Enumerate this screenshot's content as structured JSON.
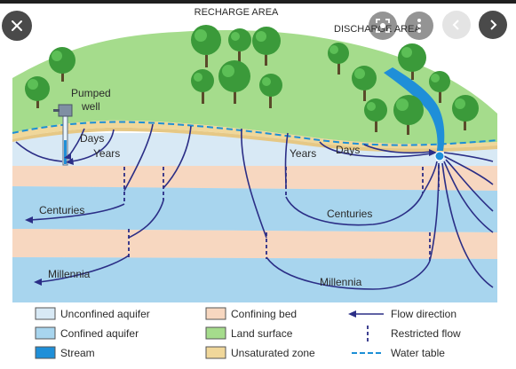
{
  "diagram": {
    "header_labels": {
      "recharge": "RECHARGE AREA",
      "discharge": "DISCHARGE AREA"
    },
    "labels": {
      "pumped_well": [
        "Pumped",
        "well"
      ],
      "days_left": "Days",
      "years_left": "Years",
      "years_right": "Years",
      "days_right": "Days",
      "centuries_left": "Centuries",
      "centuries_right": "Centuries",
      "millennia_left": "Millennia",
      "millennia_right": "Millennia"
    },
    "colors": {
      "unconfined_aquifer": "#d8e9f5",
      "confined_aquifer": "#a8d5ee",
      "confining_bed": "#f7d7c0",
      "land_surface": "#a5dc8c",
      "unsaturated_zone": "#f0d79a",
      "stream": "#1f8fd8",
      "flow_line": "#2b2e86",
      "water_table": "#1c8fd6"
    }
  },
  "legend": [
    {
      "key": "unconfined",
      "label": "Unconfined aquifer",
      "kind": "swatch",
      "color": "#d8e9f5"
    },
    {
      "key": "confining",
      "label": "Confining bed",
      "kind": "swatch",
      "color": "#f7d7c0"
    },
    {
      "key": "flow",
      "label": "Flow direction",
      "kind": "arrow",
      "color": "#2b2e86"
    },
    {
      "key": "confined",
      "label": "Confined aquifer",
      "kind": "swatch",
      "color": "#a8d5ee"
    },
    {
      "key": "land",
      "label": "Land surface",
      "kind": "swatch",
      "color": "#a5dc8c"
    },
    {
      "key": "restricted",
      "label": "Restricted flow",
      "kind": "vdash",
      "color": "#2b2e86"
    },
    {
      "key": "stream",
      "label": "Stream",
      "kind": "swatch",
      "color": "#1f8fd8"
    },
    {
      "key": "unsaturated",
      "label": "Unsaturated zone",
      "kind": "swatch",
      "color": "#f0d79a"
    },
    {
      "key": "watertable",
      "label": "Water table",
      "kind": "hdash",
      "color": "#1c8fd6"
    }
  ],
  "viewer": {
    "close_icon": "close-icon",
    "lens_icon": "lens-icon",
    "more_icon": "more-vertical-icon",
    "prev_icon": "chevron-left-icon",
    "next_icon": "chevron-right-icon"
  }
}
